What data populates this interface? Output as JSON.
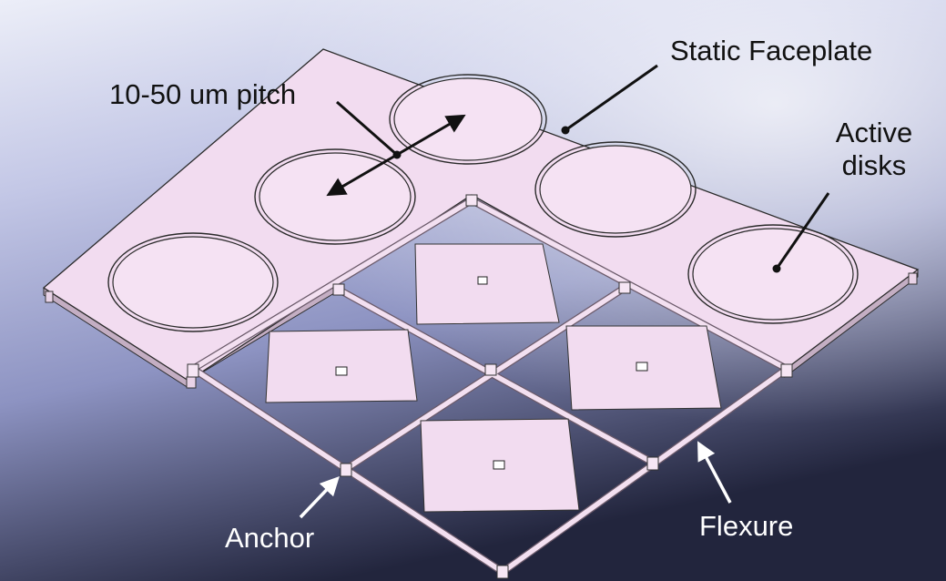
{
  "labels": {
    "static_faceplate": "Static Faceplate",
    "pitch": "10-50 um pitch",
    "active_disks": "Active disks",
    "anchor": "Anchor",
    "flexure": "Flexure"
  },
  "colors": {
    "background_light": "#e6e8f3",
    "background_mid": "#a9aed5",
    "background_dark": "#2c2f4c",
    "plate_fill": "#f2dcf0",
    "plate_edge": "#c9b4c8",
    "frame_fill": "#f4e2f2",
    "outline": "#2a2a2a",
    "dark_text": "#111111",
    "light_text": "#ffffff"
  },
  "icons": {
    "arrow_style": "double-headed-arrow-with-midpoint-dot",
    "leader_style": "line-with-dot-end"
  }
}
